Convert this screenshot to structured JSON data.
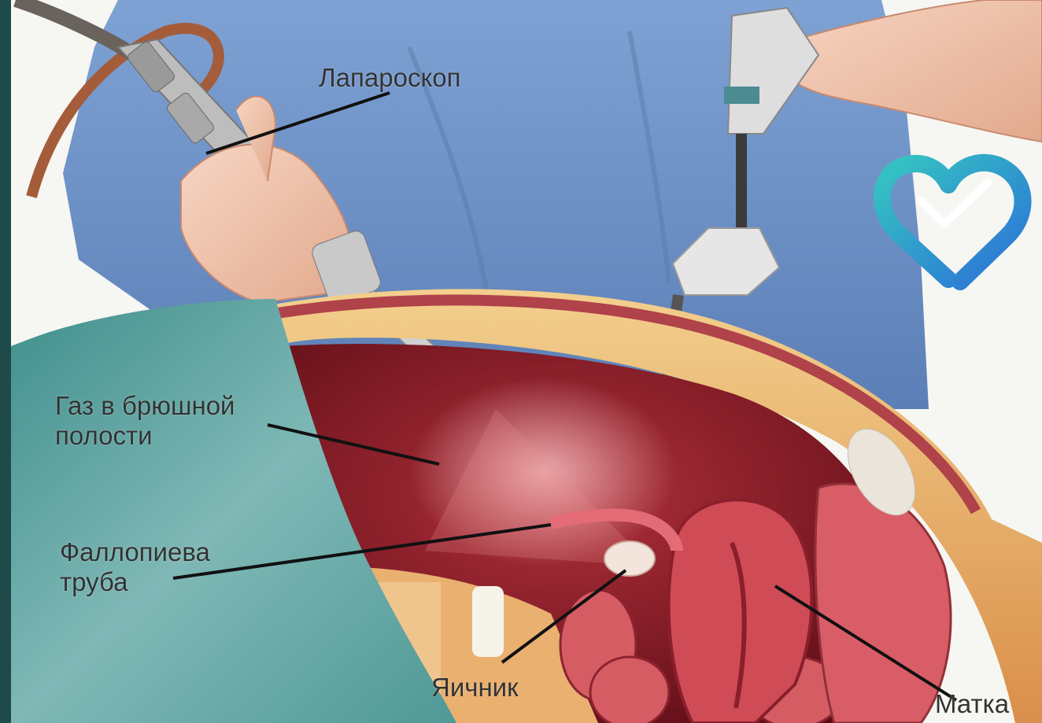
{
  "labels": {
    "laparoscope": "Лапароскоп",
    "gas": "Газ в брюшной\nполости",
    "fallopian_tube": "Фаллопиева\nтруба",
    "ovary": "Яичник",
    "uterus": "Матка"
  },
  "colors": {
    "frame": "#1f4a4a",
    "gown": "#6f93c9",
    "drape": "#5d9e9b",
    "tissue": "#c0454c",
    "cavity": "#7a1620",
    "fat": "#e9b56b",
    "logo_blue": "#2b86d9",
    "logo_teal": "#35c6c0"
  }
}
